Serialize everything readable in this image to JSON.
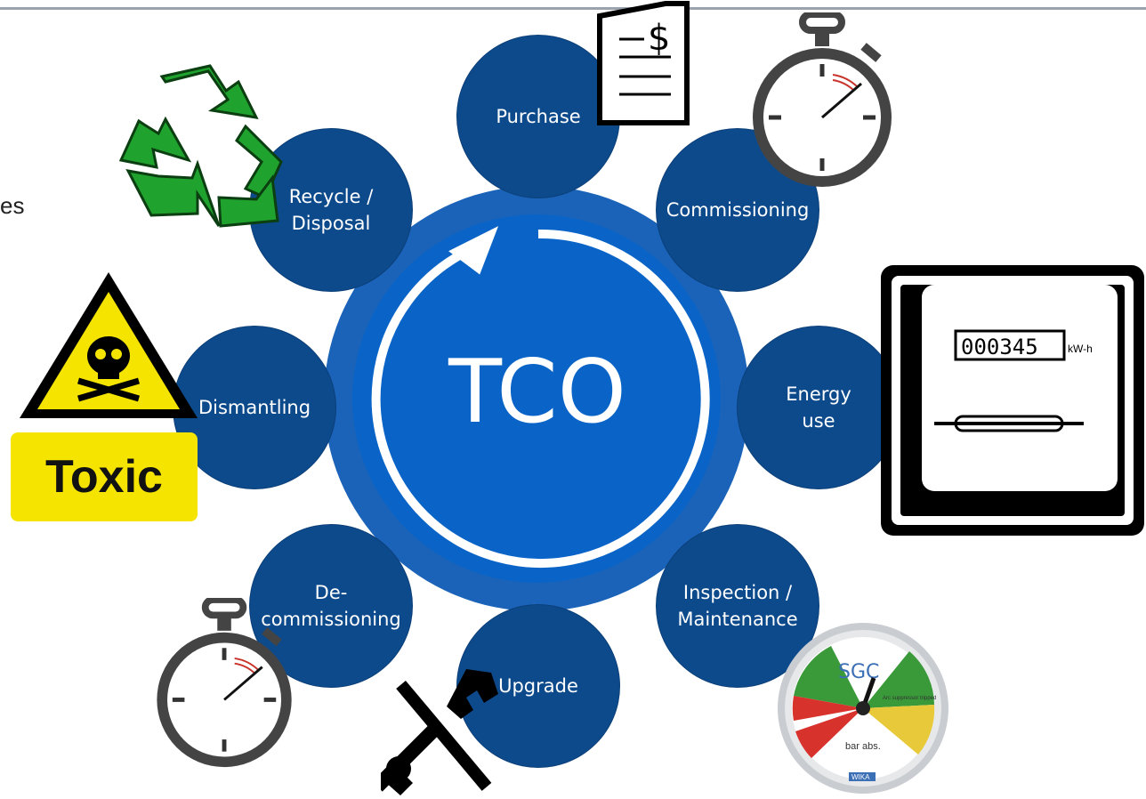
{
  "diagram": {
    "title": "TCO",
    "partial_text": "es",
    "stages": [
      {
        "label": "Purchase"
      },
      {
        "label": "Commissioning"
      },
      {
        "label": "Energy\nuse"
      },
      {
        "label": "Inspection /\nMaintenance"
      },
      {
        "label": "Upgrade"
      },
      {
        "label": "De-\ncommissioning"
      },
      {
        "label": "Dismantling"
      },
      {
        "label": "Recycle /\nDisposal"
      }
    ]
  },
  "icons": {
    "invoice": {
      "symbol": "$"
    },
    "meter": {
      "reading": "000345",
      "unit": "kW-h"
    },
    "toxic": {
      "label": "Toxic"
    },
    "gauge": {
      "brand": "SGC",
      "scale_text": "bar abs.",
      "zone_text": "Arc suppressor tripped",
      "maker": "WIKA"
    }
  },
  "colors": {
    "node_fill": "#0d4a8c",
    "ring_fill": "#1a63b8",
    "center_fill": "#0a64c7",
    "recycle_green": "#1fa22e",
    "hazard_yellow": "#f5e400"
  }
}
